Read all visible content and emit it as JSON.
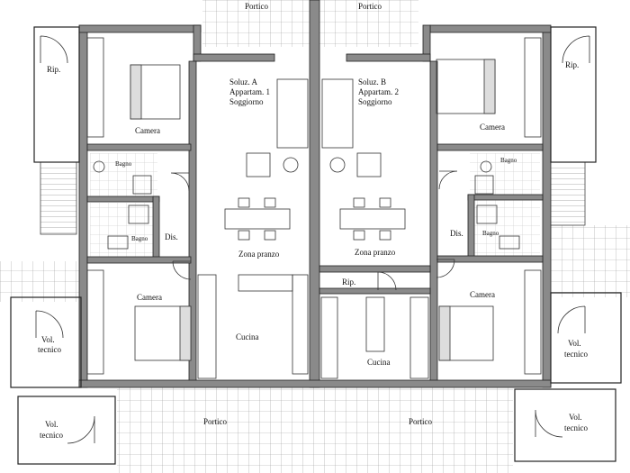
{
  "labels": {
    "portico_top_left": "Portico",
    "portico_top_right": "Portico",
    "rip_left": "Rip.",
    "rip_right": "Rip.",
    "unit_a_line1": "Soluz. A",
    "unit_a_line2": "Appartam. 1",
    "unit_a_line3": "Soggiorno",
    "unit_b_line1": "Soluz. B",
    "unit_b_line2": "Appartam. 2",
    "unit_b_line3": "Soggiorno",
    "camera_top_left": "Camera",
    "camera_top_right": "Camera",
    "bagno_top_left": "Bagno",
    "bagno_top_right": "Bagno",
    "bagno_mid_left": "Bagno",
    "bagno_mid_right": "Bagno",
    "dis_left": "Dis.",
    "dis_right": "Dis.",
    "zona_pranzo_left": "Zona pranzo",
    "zona_pranzo_right": "Zona pranzo",
    "rip_center": "Rip.",
    "camera_bottom_left": "Camera",
    "camera_bottom_right": "Camera",
    "cucina_left": "Cucina",
    "cucina_right": "Cucina",
    "vol_tecnico_left_top_1": "Vol.",
    "vol_tecnico_left_top_2": "tecnico",
    "vol_tecnico_right_top_1": "Vol.",
    "vol_tecnico_right_top_2": "tecnico",
    "vol_tecnico_left_bottom_1": "Vol.",
    "vol_tecnico_left_bottom_2": "tecnico",
    "vol_tecnico_right_bottom_1": "Vol.",
    "vol_tecnico_right_bottom_2": "tecnico",
    "portico_bottom_left": "Portico",
    "portico_bottom_right": "Portico"
  },
  "colors": {
    "wall": "#8a8a8a",
    "line": "#222222",
    "tile": "#9a9a9a"
  }
}
